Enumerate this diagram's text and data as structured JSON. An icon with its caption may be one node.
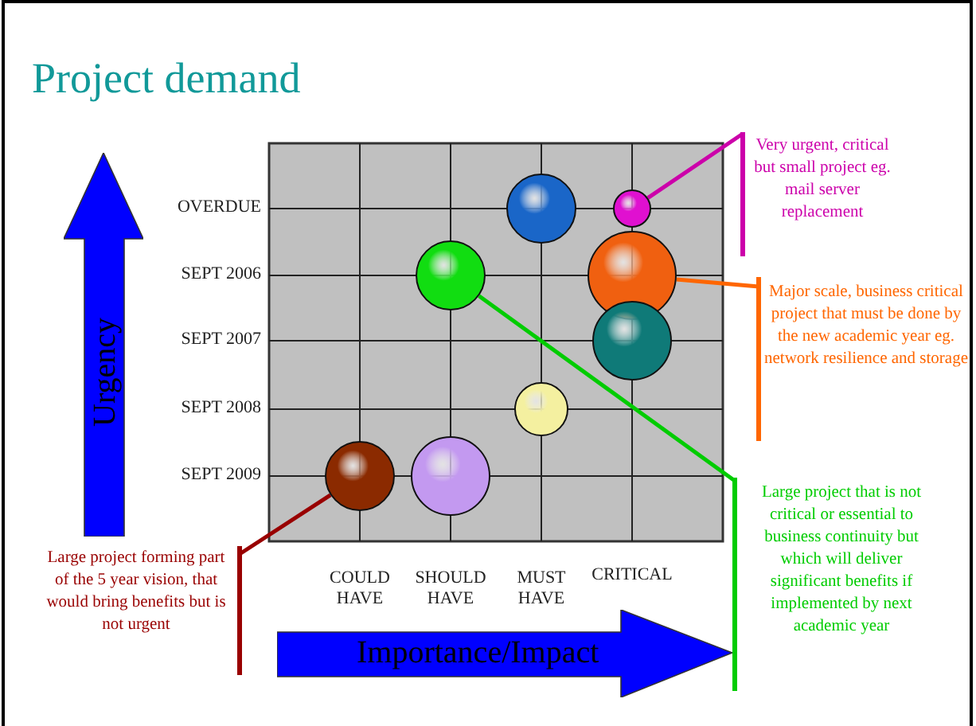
{
  "diagram": {
    "title": "Project demand",
    "nodes": [
      {
        "text": [
          "Urgency"
        ]
      },
      {
        "text": [
          "Importance/Impact"
        ]
      },
      {
        "text": [],
        "shape": "circle"
      },
      {
        "text": [],
        "shape": "circle"
      },
      {
        "text": [],
        "shape": "circle"
      },
      {
        "text": [],
        "shape": "circle"
      },
      {
        "text": [],
        "shape": "circle"
      },
      {
        "text": [],
        "shape": "circle"
      },
      {
        "text": [],
        "shape": "circle"
      },
      {
        "text": [],
        "shape": "circle"
      },
      {
        "text": [
          "Very urgent, critical but small project eg. mail server replacement"
        ]
      },
      {
        "text": [
          "Major scale, business critical project that must be done by the new academic year eg. network resilience and storage"
        ]
      },
      {
        "text": [
          "Large project that is not critical or essential to business continuity but which will deliver significant benefits if implemented by next academic year"
        ]
      },
      {
        "text": [
          "Large project forming part of the 5 year vision, that would bring benefits but is not urgent"
        ]
      }
    ],
    "edges": [
      {
        "from": 10,
        "to": 7,
        "arrow": "none",
        "color": "#cc00aa"
      },
      {
        "from": 11,
        "to": 8,
        "arrow": "none",
        "color": "#ff6600"
      },
      {
        "from": 12,
        "to": 3,
        "arrow": "none",
        "color": "#00cc00"
      },
      {
        "from": 13,
        "to": 2,
        "arrow": "none",
        "color": "#990000"
      }
    ],
    "labels": [
      "OVERDUE",
      "SEPT 2006",
      "SEPT 2007",
      "SEPT 2008",
      "SEPT 2009",
      "COULD HAVE",
      "SHOULD HAVE",
      "MUST HAVE",
      "CRITICAL"
    ]
  }
}
